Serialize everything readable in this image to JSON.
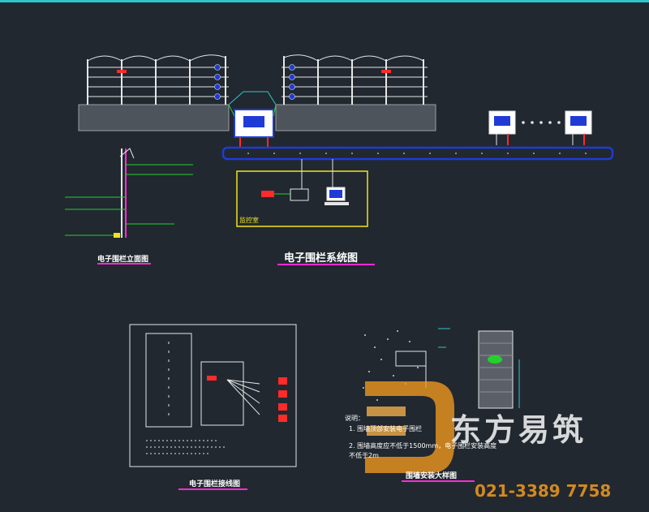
{
  "colors": {
    "background": "#212830",
    "line": "#e6e6e6",
    "blue": "#1f3bd6",
    "green": "#22d12b",
    "magenta": "#ff2bd4",
    "yellow": "#f2e21c",
    "red": "#ff2a2a",
    "cyan": "#2ec7c9",
    "brick": "#5b6068",
    "watermark_orange": "#f39a1e",
    "watermark_text": "#ffffff"
  },
  "captions": {
    "system_diagram": "电子围栏系统图",
    "column_detail": "电子围栏立面图",
    "wiring": "电子围栏接线图",
    "monitor_room": "监控室",
    "wall_detail": "围墙安装大样图"
  },
  "notes": {
    "heading": "说明：",
    "line1": "1. 围墙顶部安装电子围栏",
    "line2": "2. 围墙高度应不低于1500mm，电子围栏安装高度",
    "line3": "   不低于2m"
  },
  "watermark": {
    "brand": "东方易筑",
    "phone": "021-3389 7758"
  },
  "icons": [
    "fence-post-icon",
    "insulator-icon",
    "controller-icon",
    "alarm-light-icon",
    "computer-icon",
    "bus-cable-icon"
  ]
}
